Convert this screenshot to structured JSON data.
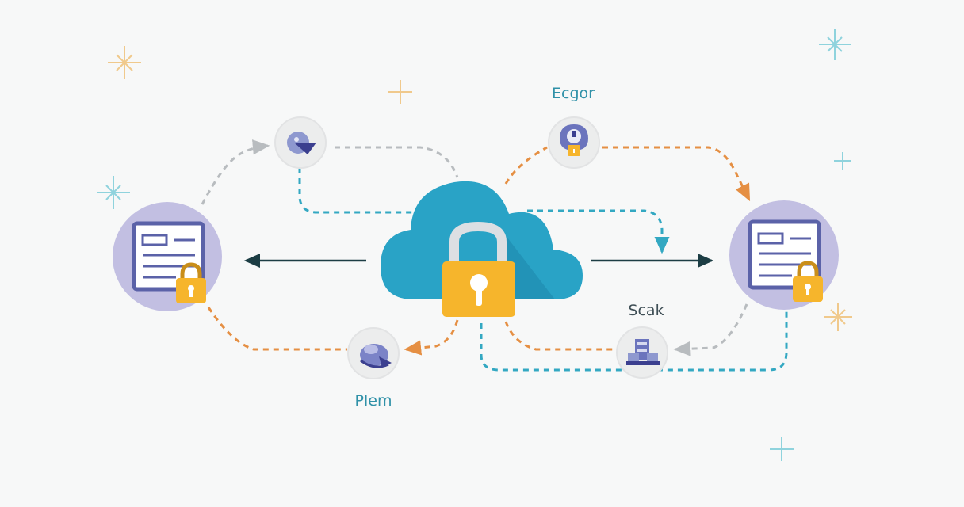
{
  "labels": {
    "top_right_node": "Ecgor",
    "bottom_right_node": "Scak",
    "bottom_left_node": "Plem"
  },
  "colors": {
    "background": "#f7f8f8",
    "cloud": "#29a3c6",
    "cloud_shadow": "#1e87ab",
    "lock_body": "#f6b52c",
    "lock_shackle": "#dcdfe3",
    "server_circle": "#c2bfe2",
    "document_frame": "#5b62a8",
    "arrow_dark": "#1c3d44",
    "dash_teal": "#33a8c2",
    "dash_orange": "#e58f43",
    "dash_gray": "#b8bcbf",
    "small_node_fill": "#eceded",
    "label_teal": "#2f91a8",
    "label_gray": "#3f4f56",
    "sparkle_gold": "#f0c98c",
    "sparkle_teal": "#8fd3dd"
  },
  "icons": {
    "central": "cloud-lock-icon",
    "left_server": "secure-document-icon",
    "right_server": "secure-document-icon",
    "top_left_node": "pie-chart-icon",
    "top_right_node": "padlock-database-icon",
    "bottom_left_node": "disk-icon",
    "bottom_right_node": "server-rack-icon"
  }
}
